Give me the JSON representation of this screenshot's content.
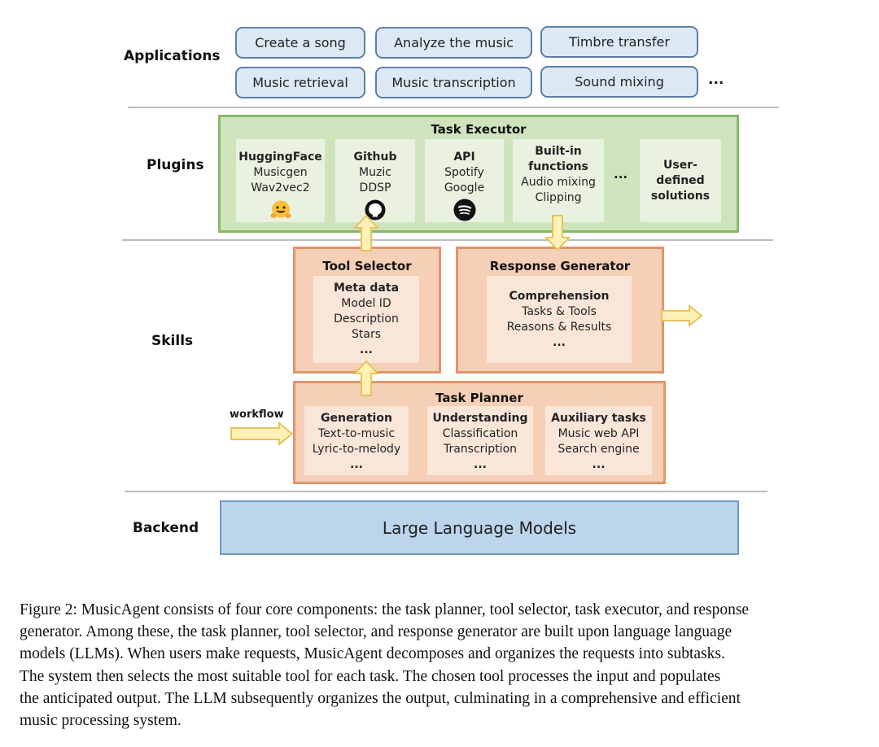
{
  "rows": {
    "applications": "Applications",
    "plugins": "Plugins",
    "skills": "Skills",
    "backend": "Backend"
  },
  "applications": {
    "items": [
      "Create a song",
      "Analyze the music",
      "Timbre transfer",
      "Music retrieval",
      "Music transcription",
      "Sound mixing"
    ],
    "more": "..."
  },
  "plugins": {
    "title": "Task Executor",
    "huggingface": {
      "title": "HuggingFace",
      "lines": [
        "Musicgen",
        "Wav2vec2"
      ],
      "icon": "huggingface-icon"
    },
    "github": {
      "title": "Github",
      "lines": [
        "Muzic",
        "DDSP"
      ],
      "icon": "github-icon"
    },
    "api": {
      "title": "API",
      "lines": [
        "Spotify",
        "Google"
      ],
      "icon": "spotify-icon"
    },
    "builtin": {
      "title_lines": [
        "Built-in",
        "functions"
      ],
      "lines": [
        "Audio mixing",
        "Clipping"
      ]
    },
    "more": "...",
    "user_defined": {
      "title_lines": [
        "User-",
        "defined",
        "solutions"
      ]
    }
  },
  "skills": {
    "tool_selector": {
      "title": "Tool Selector",
      "card_title": "Meta data",
      "lines": [
        "Model ID",
        "Description",
        "Stars",
        "..."
      ]
    },
    "response_generator": {
      "title": "Response Generator",
      "card_title": "Comprehension",
      "lines": [
        "Tasks & Tools",
        "Reasons & Results",
        "..."
      ]
    },
    "task_planner": {
      "title": "Task Planner",
      "cards": [
        {
          "title": "Generation",
          "lines": [
            "Text-to-music",
            "Lyric-to-melody",
            "..."
          ]
        },
        {
          "title": "Understanding",
          "lines": [
            "Classification",
            "Transcription",
            "..."
          ]
        },
        {
          "title": "Auxiliary tasks",
          "lines": [
            "Music web API",
            "Search engine",
            "..."
          ]
        }
      ]
    },
    "workflow_label": "workflow"
  },
  "backend": {
    "label": "Large Language Models"
  },
  "colors": {
    "app_fill": "#dde8f5",
    "app_border": "#5a7fa8",
    "plugin_fill": "#cfe4bd",
    "plugin_border": "#86b86a",
    "skill_fill": "#f5cfb6",
    "skill_border": "#e2946a",
    "arrow_fill": "#fdf1b6",
    "arrow_border": "#e8c25a",
    "backend_fill": "#bcd4ec"
  },
  "caption": {
    "lines": [
      "Figure 2: MusicAgent consists of four core components: the task planner, tool selector, task executor, and response",
      "generator. Among these, the task planner, tool selector, and response generator are built upon language language",
      "models (LLMs). When users make requests, MusicAgent decomposes and organizes the requests into subtasks.",
      "The system then selects the most suitable tool for each task. The chosen tool processes the input and populates",
      "the anticipated output. The LLM subsequently organizes the output, culminating in a comprehensive and efficient",
      "music processing system."
    ]
  }
}
